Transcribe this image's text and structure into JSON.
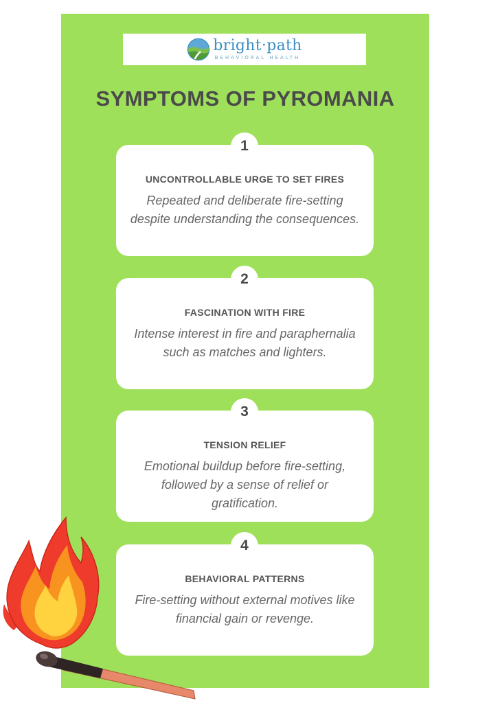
{
  "logo": {
    "name": "bright·path",
    "subtitle": "BEHAVIORAL HEALTH"
  },
  "title": "SYMPTOMS OF PYROMANIA",
  "symptoms": [
    {
      "number": "1",
      "heading": "UNCONTROLLABLE URGE TO SET FIRES",
      "description": "Repeated and deliberate fire-setting despite understanding the consequences."
    },
    {
      "number": "2",
      "heading": "FASCINATION WITH FIRE",
      "description": "Intense interest in fire and paraphernalia such as matches and lighters."
    },
    {
      "number": "3",
      "heading": "TENSION RELIEF",
      "description": "Emotional buildup before fire-setting, followed by a sense of relief or gratification."
    },
    {
      "number": "4",
      "heading": "BEHAVIORAL PATTERNS",
      "description": "Fire-setting without external motives like financial gain or revenge."
    }
  ],
  "colors": {
    "panel": "#9fe05a",
    "card": "#ffffff",
    "title_text": "#4a4a4a",
    "logo_blue": "#3a8fc4",
    "flame_red": "#ee3b2b",
    "flame_orange": "#f7931e",
    "flame_yellow": "#ffd23f",
    "match_stick": "#e8886a"
  },
  "illustration": "burning-match-icon"
}
